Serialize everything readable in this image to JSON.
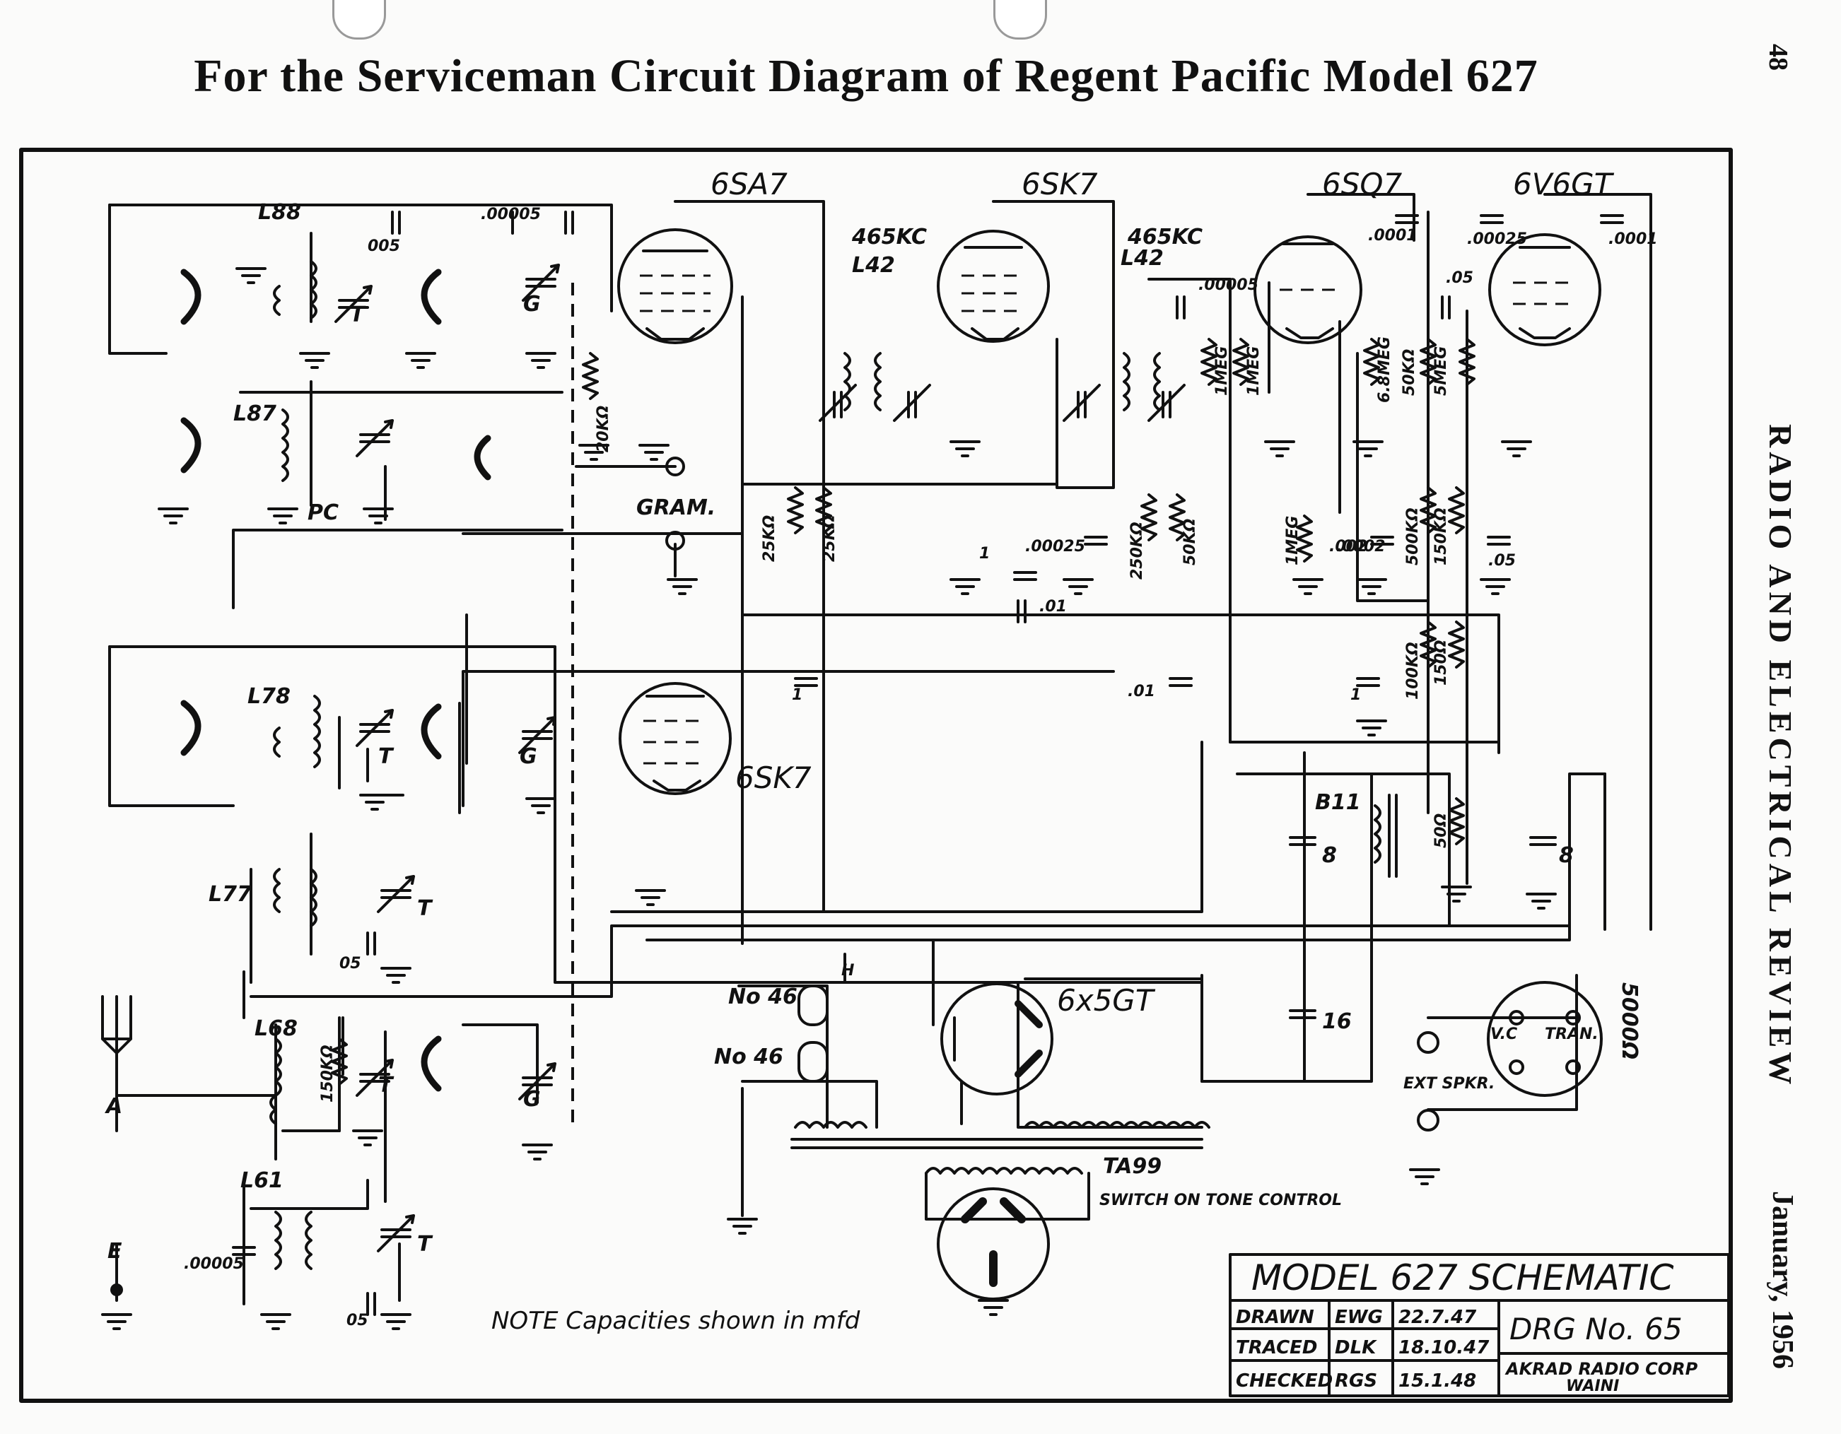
{
  "header": {
    "title": "For the Serviceman Circuit Diagram of Regent Pacific Model 627",
    "page_number": "48"
  },
  "journal": {
    "name": "RADIO AND ELECTRICAL REVIEW",
    "issue_date": "January, 1956"
  },
  "tubes": {
    "converter": "6SA7",
    "if_amp": "6SK7",
    "detector": "6SQ7",
    "output": "6V6GT",
    "rf_amp": "6SK7",
    "rectifier": "6x5GT"
  },
  "if_transformers": {
    "first_freq": "465KC",
    "first_part": "L42",
    "second_freq": "465KC",
    "second_part": "L42"
  },
  "coils": {
    "osc1": "L88",
    "osc2": "L87",
    "rf1": "L78",
    "rf2": "L77",
    "aerial1": "L68",
    "aerial2": "L61",
    "choke": "B11",
    "power_transformer": "TA99"
  },
  "components": {
    "c_00005_top": ".00005",
    "c_005_top": "005",
    "r_20k": "20KΩ",
    "r_25k_a": "25KΩ",
    "r_25k_b": "25KΩ",
    "r_250k": "250KΩ",
    "r_50k_a": "50KΩ",
    "c_0001": ".0001",
    "c_0002": ".0002",
    "c_00005_det": ".00005",
    "r_1meg_a": "1MEG",
    "r_1meg_b": "1MEG",
    "r_1meg_vol": "1MEG",
    "r_68meg": "6.8MEG",
    "r_50k_b": "50KΩ",
    "r_5meg": "5MEG",
    "r_500k": "500KΩ",
    "r_150k_a": "150KΩ",
    "r_100k": "100KΩ",
    "r_150_b": "150Ω",
    "r_50_c": "50Ω",
    "r_150k_ant": "150KΩ",
    "c_05_a": ".05",
    "c_05_b": ".05",
    "c_05_c": "05",
    "c_05_d": "05",
    "c_01_a": ".01",
    "c_01_b": ".01",
    "c_1_a": "1",
    "c_1_b": "1",
    "c_1_c": "1",
    "c_002": ".002",
    "c_00025_a": ".00025",
    "c_00025_b": ".00025",
    "c_0001_out": ".0001",
    "c_00005_ant": ".00005",
    "elec_8a": "8",
    "elec_8b": "8",
    "elec_16": "16",
    "trim_t": "T",
    "gang_g": "G",
    "padder_pc": "PC",
    "speaker_field": "5000Ω",
    "speaker_vc": "V.C",
    "speaker_tran": "TRAN.",
    "ext_spkr": "EXT SPKR.",
    "gram": "GRAM.",
    "aerial": "A",
    "earth": "E",
    "pilot_1": "No 46",
    "pilot_2": "No 46",
    "heater_h": "H",
    "switch_note": "SWITCH ON TONE CONTROL"
  },
  "note": "NOTE Capacities shown in mfd",
  "title_block": {
    "title": "MODEL 627 SCHEMATIC",
    "drawn_label": "DRAWN",
    "drawn_by": "EWG",
    "drawn_date": "22.7.47",
    "traced_label": "TRACED",
    "traced_by": "DLK",
    "traced_date": "18.10.47",
    "checked_label": "CHECKED",
    "checked_by": "RGS",
    "checked_date": "15.1.48",
    "drg_no": "DRG No. 65",
    "company": "AKRAD RADIO CORP",
    "location": "WAINI"
  },
  "colors": {
    "ink": "#111111",
    "paper": "#fbfbfa"
  }
}
